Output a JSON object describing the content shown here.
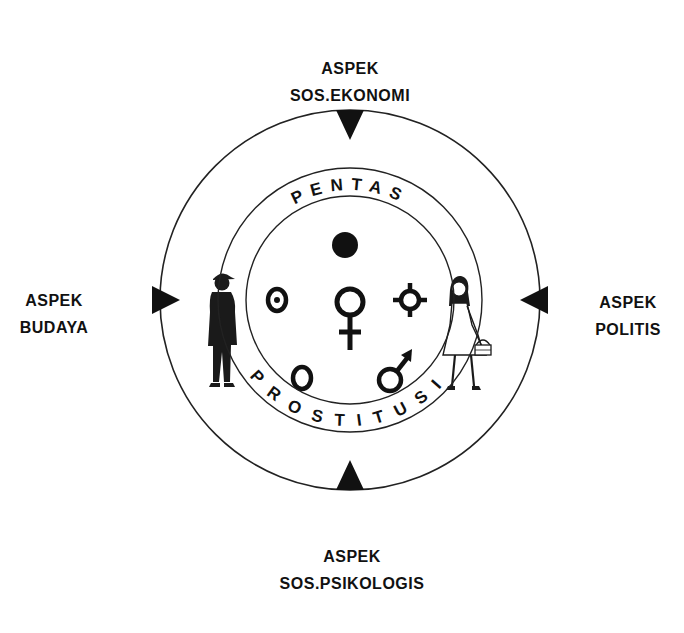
{
  "diagram": {
    "nodes": [
      {
        "text": [
          "PENTAS",
          "PROSTITUSI"
        ]
      }
    ],
    "labels": [
      "ASPEK SOS.EKONOMI",
      "ASPEK BUDAYA",
      "ASPEK POLITIS",
      "ASPEK SOS.PSIKOLOGIS"
    ]
  }
}
